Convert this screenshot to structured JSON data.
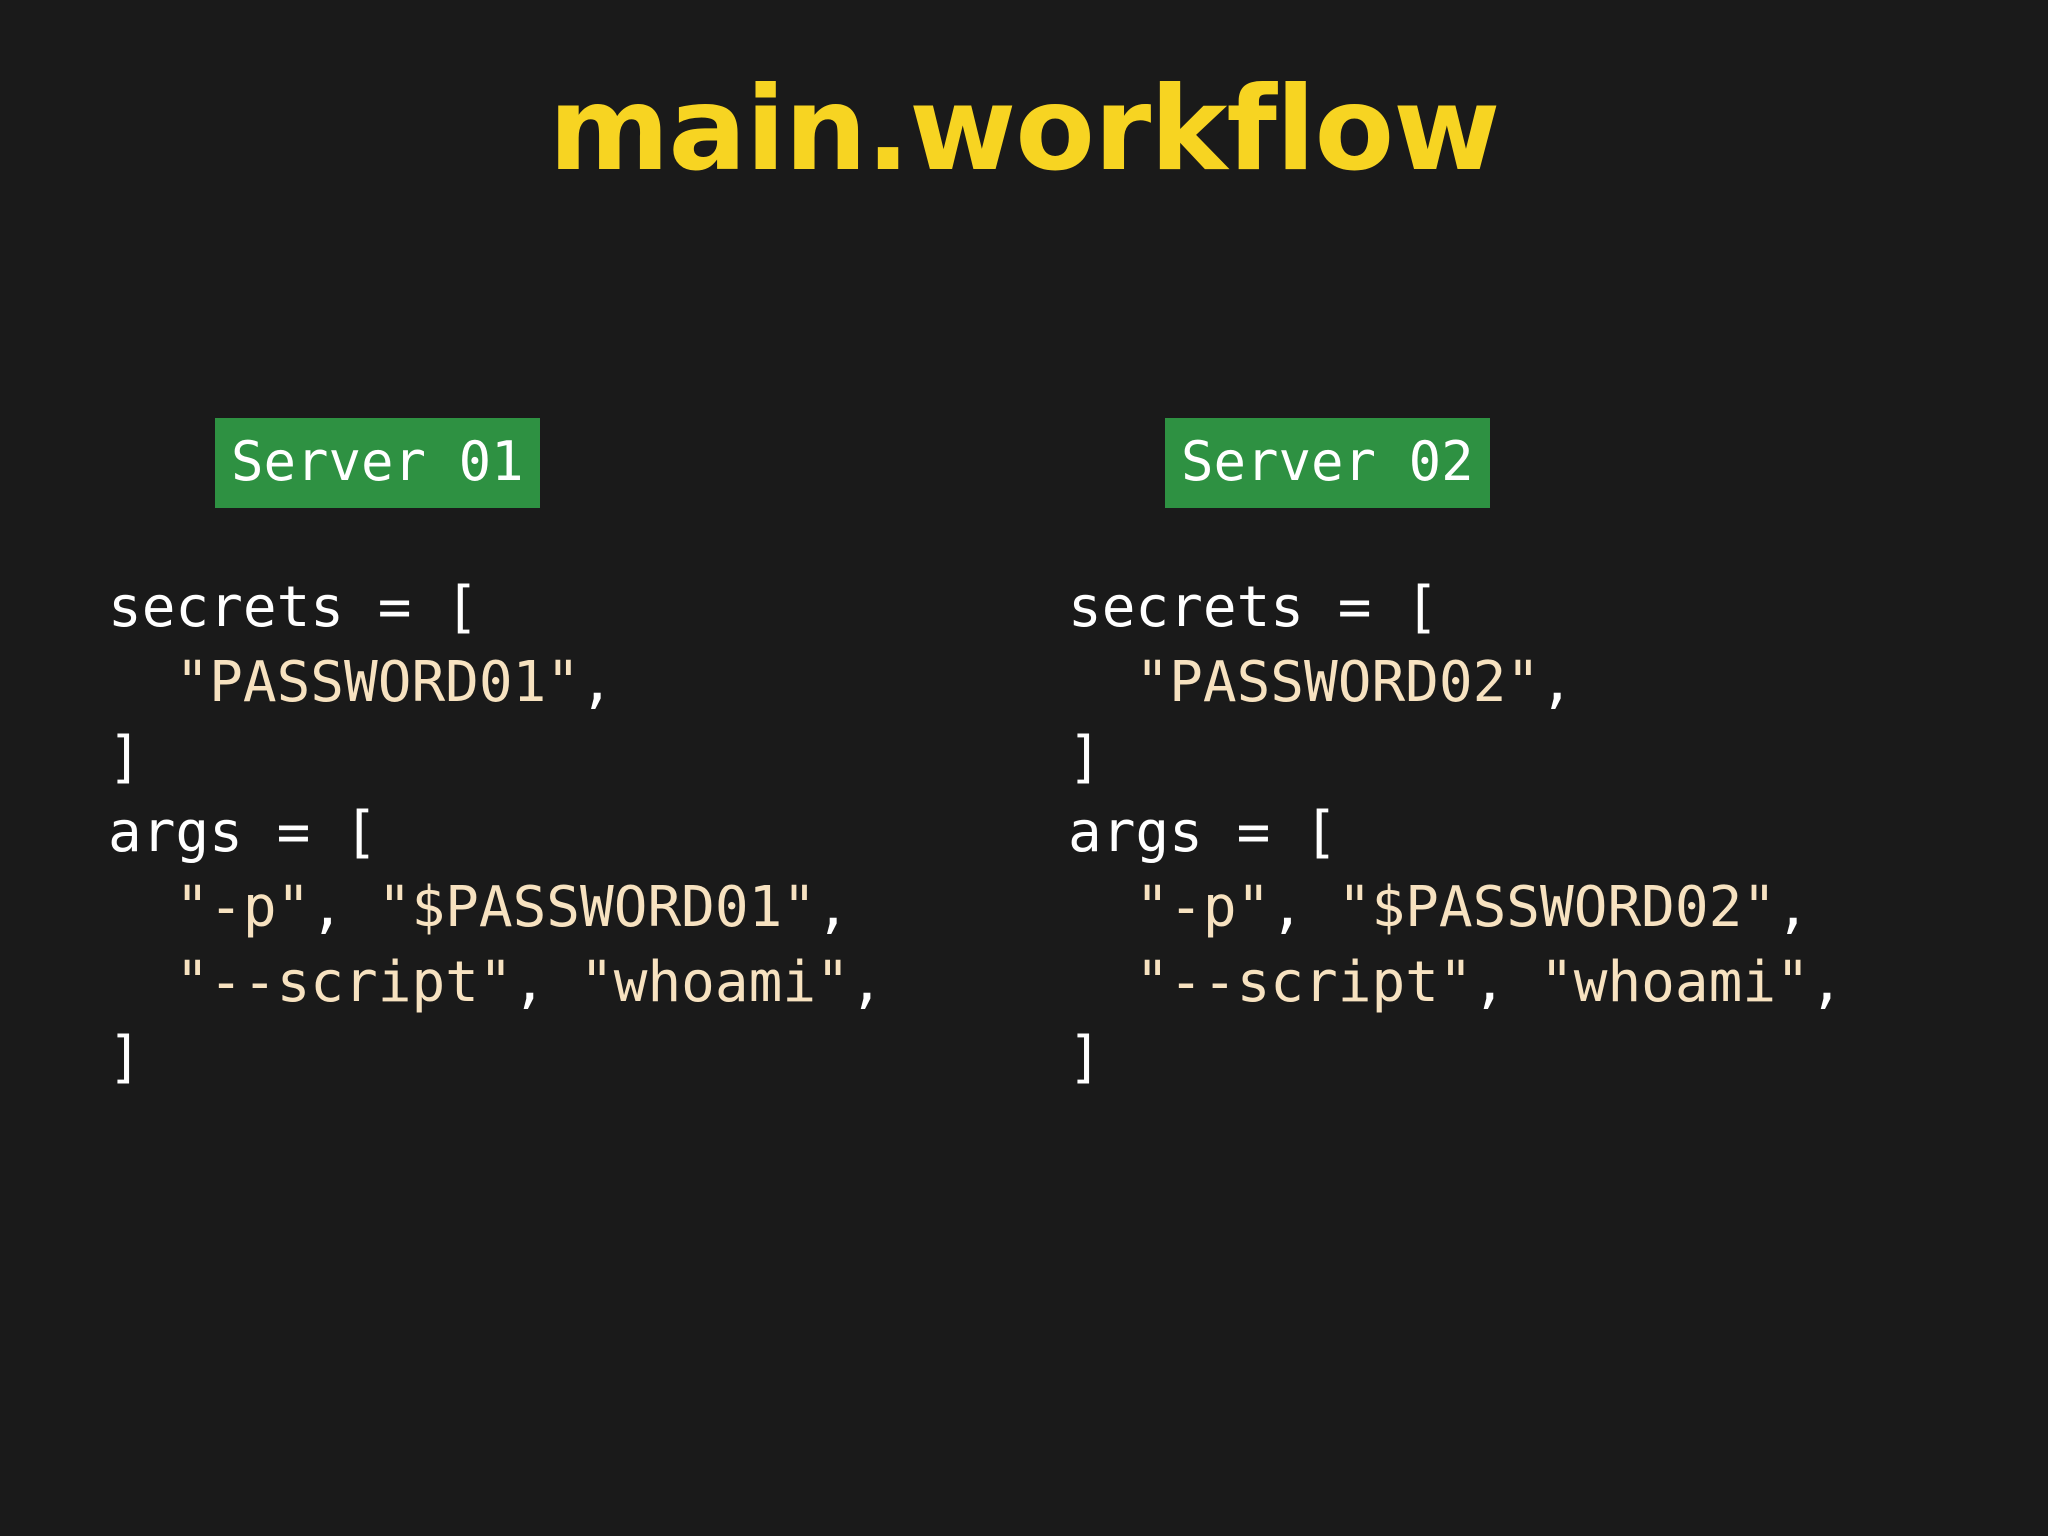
{
  "slide": {
    "title": "main.workflow",
    "background_color": "#1a1a1a",
    "title_color": "#f7d422",
    "badge_color": "#2e9142",
    "keyword_color": "#ffffff",
    "string_color": "#f7e2c0"
  },
  "columns": [
    {
      "badge_label": "Server 01",
      "code_lines": [
        {
          "indent": "",
          "segments": [
            {
              "text": "secrets = [",
              "kind": "punct"
            }
          ]
        },
        {
          "indent": "  ",
          "segments": [
            {
              "text": "\"PASSWORD01\"",
              "kind": "string"
            },
            {
              "text": ",",
              "kind": "punct"
            }
          ]
        },
        {
          "indent": "",
          "segments": [
            {
              "text": "]",
              "kind": "punct"
            }
          ]
        },
        {
          "indent": "",
          "segments": [
            {
              "text": "args = [",
              "kind": "punct"
            }
          ]
        },
        {
          "indent": "  ",
          "segments": [
            {
              "text": "\"-p\"",
              "kind": "string"
            },
            {
              "text": ", ",
              "kind": "punct"
            },
            {
              "text": "\"$PASSWORD01\"",
              "kind": "string"
            },
            {
              "text": ",",
              "kind": "punct"
            }
          ]
        },
        {
          "indent": "  ",
          "segments": [
            {
              "text": "\"--script\"",
              "kind": "string"
            },
            {
              "text": ", ",
              "kind": "punct"
            },
            {
              "text": "\"whoami\"",
              "kind": "string"
            },
            {
              "text": ",",
              "kind": "punct"
            }
          ]
        },
        {
          "indent": "",
          "segments": [
            {
              "text": "]",
              "kind": "punct"
            }
          ]
        }
      ]
    },
    {
      "badge_label": "Server 02",
      "code_lines": [
        {
          "indent": "",
          "segments": [
            {
              "text": "secrets = [",
              "kind": "punct"
            }
          ]
        },
        {
          "indent": "  ",
          "segments": [
            {
              "text": "\"PASSWORD02\"",
              "kind": "string"
            },
            {
              "text": ",",
              "kind": "punct"
            }
          ]
        },
        {
          "indent": "",
          "segments": [
            {
              "text": "]",
              "kind": "punct"
            }
          ]
        },
        {
          "indent": "",
          "segments": [
            {
              "text": "args = [",
              "kind": "punct"
            }
          ]
        },
        {
          "indent": "  ",
          "segments": [
            {
              "text": "\"-p\"",
              "kind": "string"
            },
            {
              "text": ", ",
              "kind": "punct"
            },
            {
              "text": "\"$PASSWORD02\"",
              "kind": "string"
            },
            {
              "text": ",",
              "kind": "punct"
            }
          ]
        },
        {
          "indent": "  ",
          "segments": [
            {
              "text": "\"--script\"",
              "kind": "string"
            },
            {
              "text": ", ",
              "kind": "punct"
            },
            {
              "text": "\"whoami\"",
              "kind": "string"
            },
            {
              "text": ",",
              "kind": "punct"
            }
          ]
        },
        {
          "indent": "",
          "segments": [
            {
              "text": "]",
              "kind": "punct"
            }
          ]
        }
      ]
    }
  ]
}
